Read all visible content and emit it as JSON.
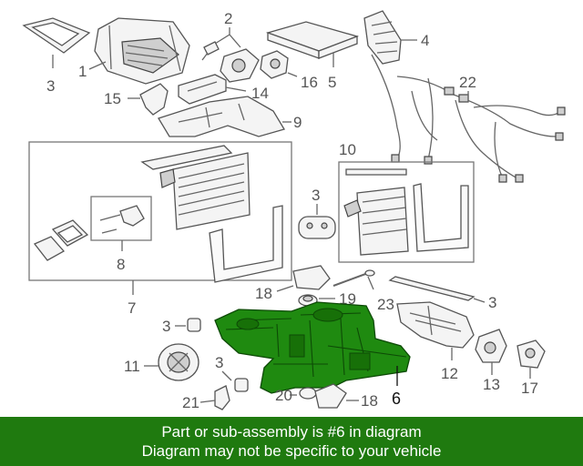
{
  "callouts": {
    "c1": "1",
    "c2": "2",
    "c3a": "3",
    "c3b": "3",
    "c3c": "3",
    "c3d": "3",
    "c3e": "3",
    "c4": "4",
    "c5": "5",
    "c6": "6",
    "c7": "7",
    "c8": "8",
    "c9": "9",
    "c10": "10",
    "c11": "11",
    "c12": "12",
    "c13": "13",
    "c14": "14",
    "c15": "15",
    "c16": "16",
    "c17": "17",
    "c18a": "18",
    "c18b": "18",
    "c19": "19",
    "c20": "20",
    "c21": "21",
    "c22": "22",
    "c23": "23"
  },
  "highlight_part": "6",
  "colors": {
    "highlight": "#1f8a10",
    "banner": "#1f7a0f",
    "line": "#666666"
  },
  "banner": {
    "line1": "Part or sub-assembly is #6 in diagram",
    "line2": "Diagram may not be specific to your vehicle"
  }
}
